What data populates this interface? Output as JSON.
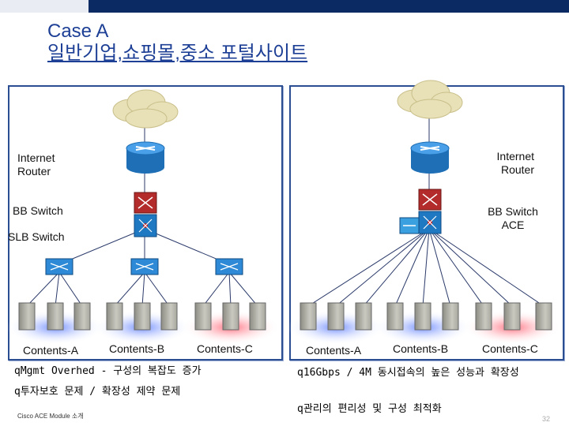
{
  "title": {
    "line1": "Case A",
    "line2": "일반기업,쇼핑몰,중소 포털사이트"
  },
  "left": {
    "internet_router": "Internet\nRouter",
    "bb_switch": "BB Switch",
    "slb_switch": "SLB Switch",
    "contents": [
      "Contents-A",
      "Contents-B",
      "Contents-C"
    ],
    "bullets": [
      "Mgmt Overhed - 구성의 복잡도 증가",
      "투자보호 문제 / 확장성 제약 문제"
    ]
  },
  "right": {
    "internet_router": "Internet\nRouter",
    "bb_switch": "BB Switch\nACE",
    "contents": [
      "Contents-A",
      "Contents-B",
      "Contents-C"
    ],
    "bullets": [
      "16Gbps / 4M 동시접속의 높은 성능과 확장성",
      "관리의 편리성 및 구성 최적화"
    ]
  },
  "footer": "Cisco ACE Module 소개",
  "page_number": "32",
  "colors": {
    "accent": "#1d3f95",
    "panel_border": "#2b4d92",
    "router": "#1e78c2",
    "firewall": "#b32b2b",
    "glow_blue": "#9fb6ff",
    "glow_red": "#ff9fa8"
  },
  "icons": [
    "cloud-icon",
    "router-icon",
    "firewall-icon",
    "switch-icon",
    "server-icon"
  ]
}
